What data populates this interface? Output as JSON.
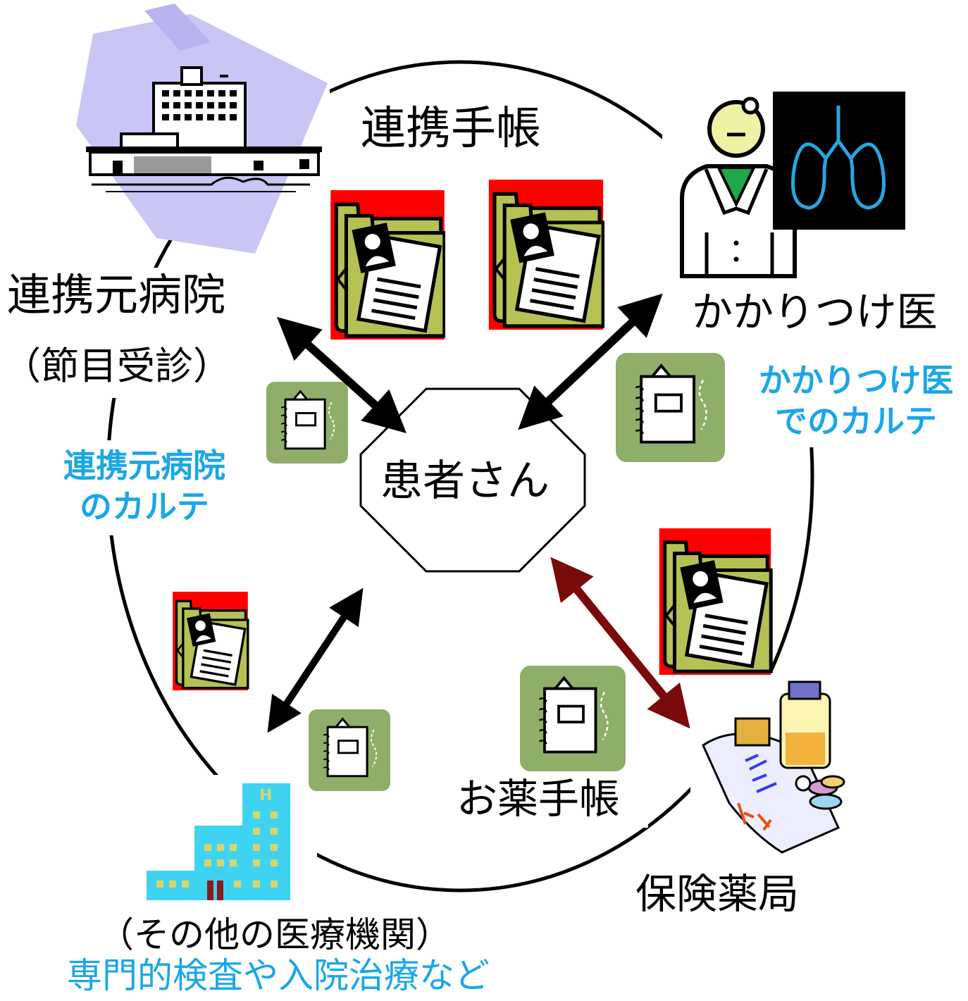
{
  "labels": {
    "renkei_techo": "連携手帳",
    "renkeimoto_hospital": "連携元病院",
    "setsume_jushin": "（節目受診）",
    "kakaritsuke": "かかりつけ医",
    "kakaritsuke_karte_1": "かかりつけ医",
    "kakaritsuke_karte_2": "でのカルテ",
    "renkeimoto_karte_1": "連携元病院",
    "renkeimoto_karte_2": "のカルテ",
    "patient": "患者さん",
    "okusuri_techo": "お薬手帳",
    "pharmacy": "保険薬局",
    "other_institutions": "（その他の医療機関）",
    "specialist_exam": "専門的検査や入院治療など"
  },
  "colors": {
    "accent_blue": "#1aa7e6",
    "folder_red": "#ff0000",
    "folder_green": "#b5c153",
    "notebook_green": "#8fae6a",
    "arrow_black": "#000000",
    "arrow_darkred": "#7a0a0a",
    "hospital_lavender": "#c9c6f5",
    "clinic_building": "#3fd3f2",
    "xray_lung": "#27a6e0"
  },
  "icons": [
    "hospital-building-icon",
    "doctor-icon",
    "xray-lungs-icon",
    "medical-folder-icon",
    "notebook-icon",
    "pharmacy-medicine-icon",
    "clinic-building-icon"
  ]
}
